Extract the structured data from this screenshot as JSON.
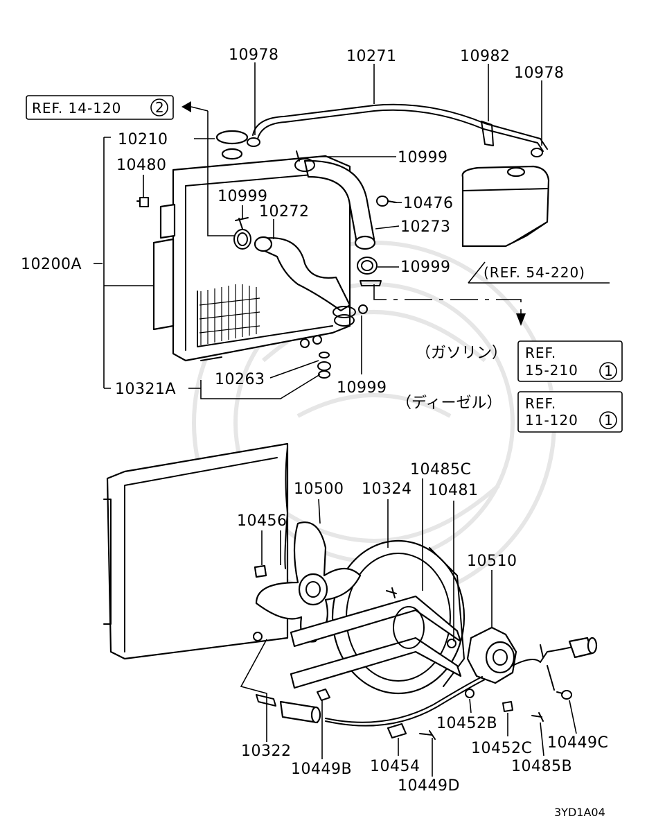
{
  "labels": {
    "p10978_top": "10978",
    "p10271": "10271",
    "p10982": "10982",
    "p10978_right": "10978",
    "p10210": "10210",
    "p10480": "10480",
    "p10999_a": "10999",
    "p10999_b": "10999",
    "p10272": "10272",
    "p10476": "10476",
    "p10273": "10273",
    "p10999_c": "10999",
    "p10200A": "10200A",
    "p10263": "10263",
    "p10999_d": "10999",
    "p10321A": "10321A",
    "p10485C": "10485C",
    "p10500": "10500",
    "p10324": "10324",
    "p10481": "10481",
    "p10456": "10456",
    "p10510": "10510",
    "p10452B": "10452B",
    "p10449C": "10449C",
    "p10452C": "10452C",
    "p10322": "10322",
    "p10485B": "10485B",
    "p10449B": "10449B",
    "p10454": "10454",
    "p10449D": "10449D"
  },
  "refs": {
    "top_ref_text": "REF. 14-120",
    "top_ref_num": "2",
    "reservoir_ref": "(REF. 54-220)",
    "gasoline_label": "（ガソリン）",
    "gasoline_ref_line1": "REF.",
    "gasoline_ref_line2": "15-210",
    "gasoline_ref_num": "1",
    "diesel_label": "（ディーゼル）",
    "diesel_ref_line1": "REF.",
    "diesel_ref_line2": "11-120",
    "diesel_ref_num": "1"
  },
  "diagram_code": "3YD1A04"
}
